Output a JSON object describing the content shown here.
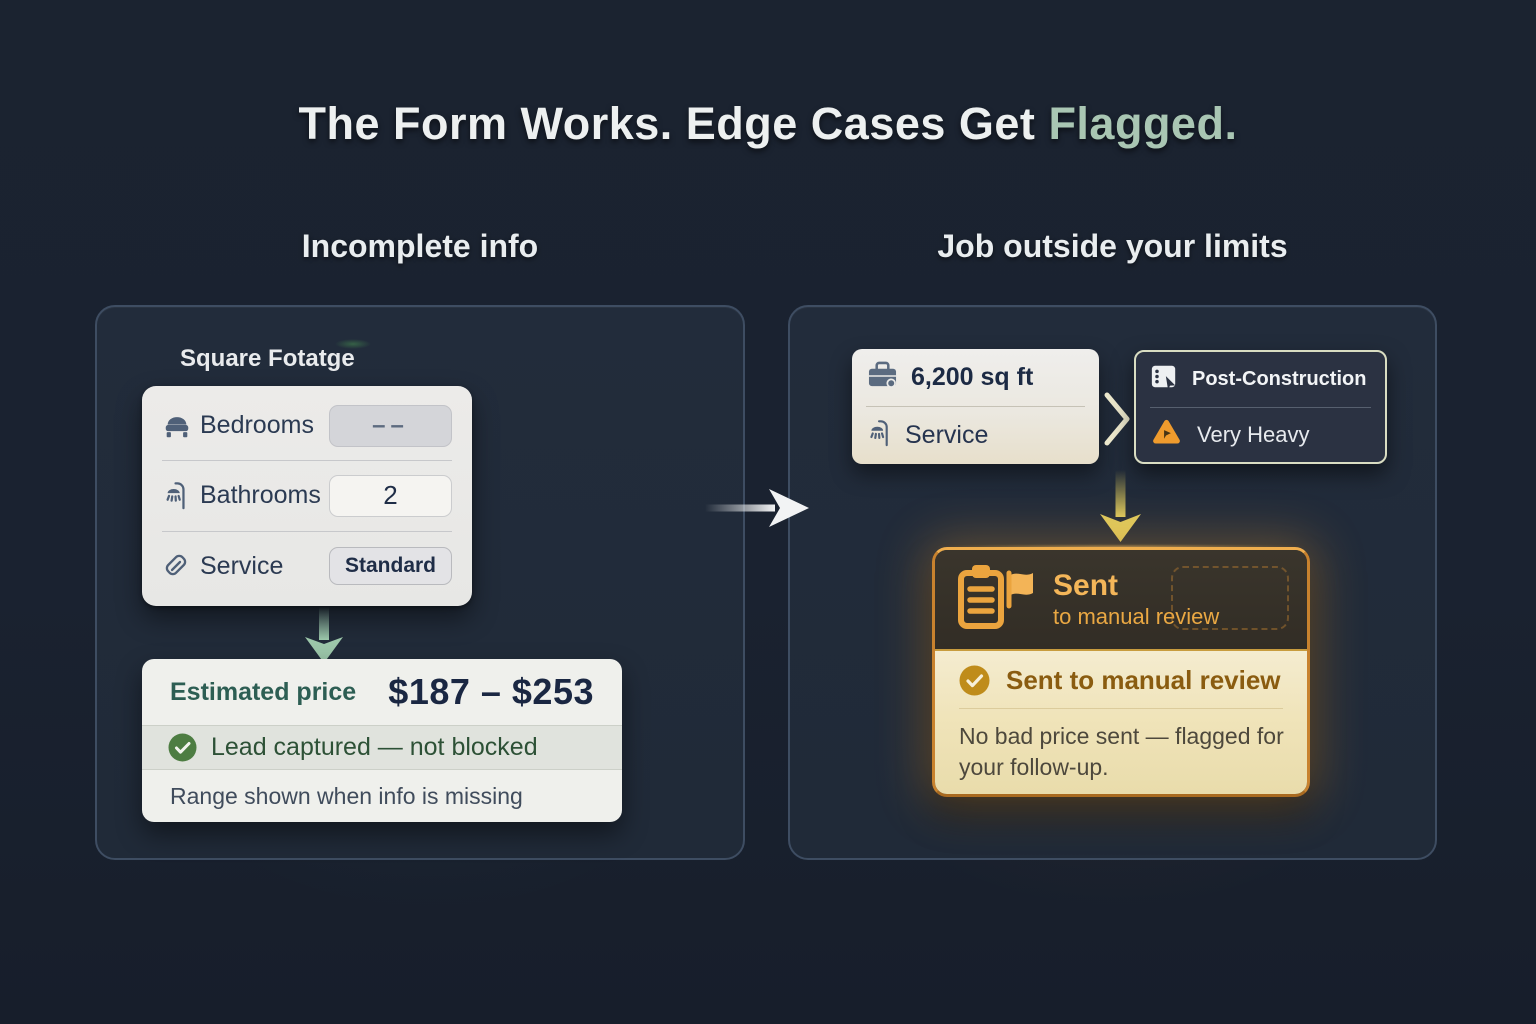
{
  "title": {
    "prefix": "The Form Works. Edge Cases Get",
    "highlight": "Flagged."
  },
  "columns": {
    "left_heading": "Incomplete info",
    "right_heading": "Job outside your limits"
  },
  "left": {
    "field_label": "Square Fotatge",
    "form": {
      "rows": [
        {
          "icon": "bed-icon",
          "label": "Bedrooms",
          "value": "––"
        },
        {
          "icon": "shower-icon",
          "label": "Bathrooms",
          "value": "2"
        },
        {
          "icon": "tag-icon",
          "label": "Service",
          "value": "Standard"
        }
      ]
    },
    "result": {
      "price_label": "Estimated price",
      "price_value": "$187 – $253",
      "status_icon": "check-icon",
      "status": "Lead captured — not blocked",
      "note": "Range shown when info is missing"
    }
  },
  "right": {
    "input_card": {
      "sqft_icon": "briefcase-icon",
      "sqft": "6,200 sq ft",
      "service_icon": "shower-icon",
      "service": "Service"
    },
    "flag_card": {
      "type_icon": "checklist-icon",
      "type": "Post-Construction",
      "load_icon": "warning-icon",
      "load": "Very Heavy"
    },
    "result_card": {
      "header_icon": "clipboard-flag-icon",
      "header_title": "Sent",
      "header_subtitle": "to manual review",
      "status_icon": "check-icon",
      "status": "Sent to manual review",
      "note": "No bad price sent — flagged for your follow-up."
    }
  },
  "colors": {
    "background": "#1b2330",
    "panel_border": "#3e4d62",
    "highlight_green": "#a9c6b3",
    "success_green": "#4d7d42",
    "flag_orange": "#ef9b2d",
    "review_amber": "#bf8c1b",
    "arrow_gold": "#d8c455",
    "arrow_sage": "#9cc7aa"
  }
}
